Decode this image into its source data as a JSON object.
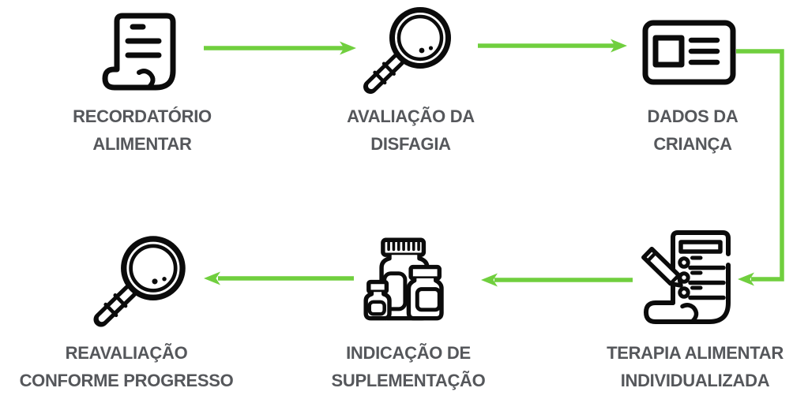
{
  "palette": {
    "arrow_green": "#70cf3e",
    "label_text": "#55575b",
    "icon_stroke": "#0b0b0b",
    "background": "#ffffff"
  },
  "diagram": {
    "language": "pt-BR",
    "steps": [
      {
        "id": "recordatorio-alimentar",
        "icon": "food-record-scroll-icon",
        "lines": [
          "RECORDATÓRIO",
          "ALIMENTAR"
        ]
      },
      {
        "id": "avaliacao-da-disfagia",
        "icon": "magnifying-glass-icon",
        "lines": [
          "AVALIAÇÃO DA",
          "DISFAGIA"
        ]
      },
      {
        "id": "dados-da-crianca",
        "icon": "id-card-icon",
        "lines": [
          "DADOS DA",
          "CRIANÇA"
        ]
      },
      {
        "id": "terapia-alimentar-individualizada",
        "icon": "checklist-pencil-scroll-icon",
        "lines": [
          "TERAPIA ALIMENTAR",
          "INDIVIDUALIZADA"
        ]
      },
      {
        "id": "indicacao-de-suplementacao",
        "icon": "supplement-bottles-icon",
        "lines": [
          "INDICAÇÃO DE",
          "SUPLEMENTAÇÃO"
        ]
      },
      {
        "id": "reavaliacao-conforme-progresso",
        "icon": "magnifying-glass-icon",
        "lines": [
          "REAVALIAÇÃO",
          "CONFORME PROGRESSO"
        ]
      }
    ],
    "arrows": [
      {
        "from": "recordatorio-alimentar",
        "to": "avaliacao-da-disfagia"
      },
      {
        "from": "avaliacao-da-disfagia",
        "to": "dados-da-crianca"
      },
      {
        "from": "dados-da-crianca",
        "to": "terapia-alimentar-individualizada"
      },
      {
        "from": "terapia-alimentar-individualizada",
        "to": "indicacao-de-suplementacao"
      },
      {
        "from": "indicacao-de-suplementacao",
        "to": "reavaliacao-conforme-progresso"
      }
    ]
  }
}
